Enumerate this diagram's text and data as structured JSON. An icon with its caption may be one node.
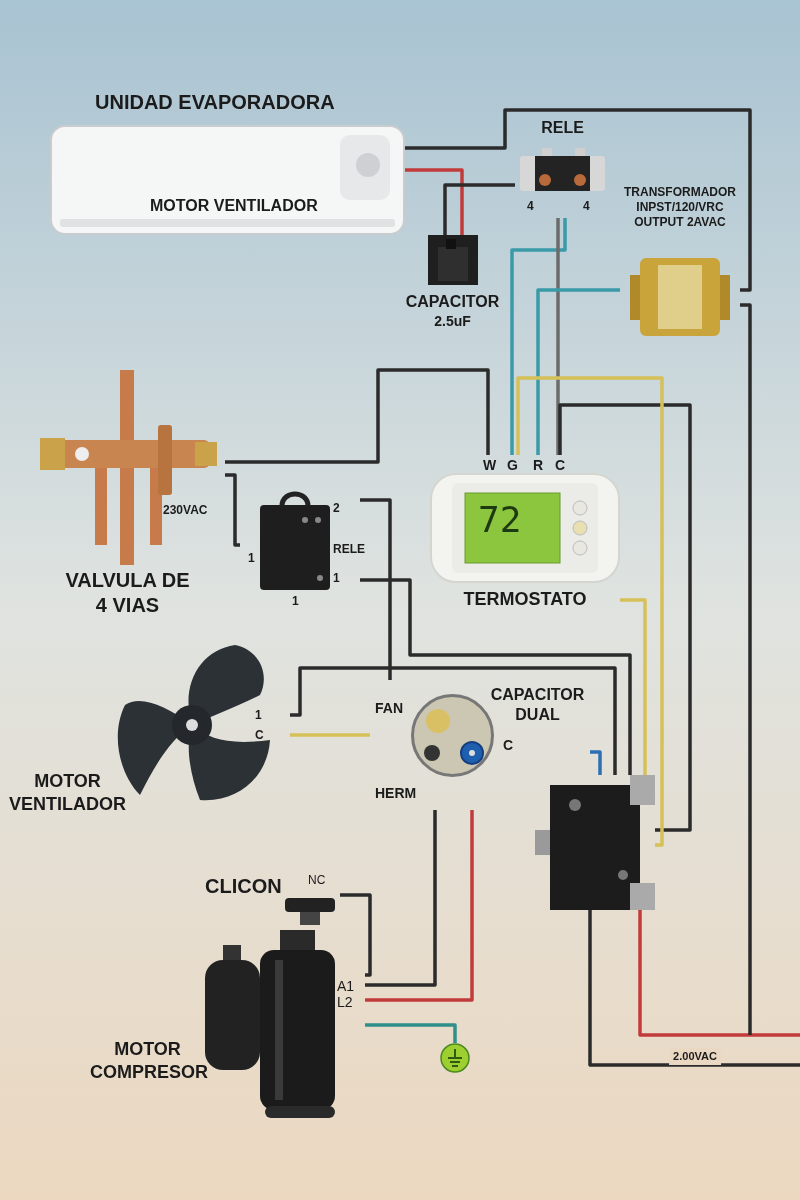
{
  "diagram": {
    "nodes": [
      {
        "text": [
          "UNIDAD EVAPORADORA",
          "MOTOR VENTILADOR"
        ]
      },
      {
        "text": [
          "RELE"
        ],
        "beside": [
          "4",
          "4"
        ]
      },
      {
        "text": [
          "CAPACITOR",
          "2.5uF"
        ]
      },
      {
        "text": [
          "TRANSFORMADOR INPST/120/VRC OUTPUT 2AVAC"
        ]
      },
      {
        "text": [
          "230VAC",
          "VALVULA DE 4 VIAS"
        ]
      },
      {
        "text": [
          "RELE"
        ],
        "beside": [
          "2",
          "1",
          "1",
          "1"
        ]
      },
      {
        "text": [
          "TERMOSTATO"
        ],
        "beside": [
          "W",
          "G",
          "R",
          "C"
        ]
      },
      {
        "text": [
          "MOTOR VENTILADOR",
          "1",
          "C"
        ]
      },
      {
        "text": [
          "CAPACITOR DUAL"
        ],
        "beside": [
          "FAN",
          "C",
          "HERM"
        ]
      },
      {
        "text": [],
        "shape": "picture"
      },
      {
        "text": [
          "CLICON"
        ],
        "beside": [
          "NC"
        ]
      },
      {
        "text": [
          "MOTOR COMPRESOR"
        ],
        "beside": [
          "A1",
          "L2"
        ]
      },
      {
        "text": [],
        "shape": "circle"
      }
    ],
    "edges": [
      {
        "from": 0,
        "to": 2,
        "arrow": "none",
        "color": "#c23b3b"
      },
      {
        "from": 1,
        "to": 2,
        "arrow": "none"
      },
      {
        "from": 1,
        "to": 6,
        "arrow": "none",
        "color": "#3a9aa8"
      },
      {
        "from": 1,
        "to": 6,
        "arrow": "none",
        "color": "#6b6b6b"
      },
      {
        "from": 3,
        "to": 6,
        "arrow": "none",
        "color": "#3a9aa8"
      },
      {
        "from": 0,
        "to": 3,
        "arrow": "none"
      },
      {
        "from": 9,
        "to": null,
        "arrow": "none",
        "color": "#c23b3b"
      },
      {
        "from": 3,
        "to": null,
        "arrow": "none"
      },
      {
        "from": 9,
        "to": null,
        "arrow": "none",
        "label": "2.00VAC"
      },
      {
        "from": 4,
        "to": 6,
        "arrow": "none"
      },
      {
        "from": 4,
        "to": 5,
        "arrow": "none"
      },
      {
        "from": 5,
        "to": 8,
        "arrow": "none"
      },
      {
        "from": 5,
        "to": 9,
        "arrow": "none"
      },
      {
        "from": 7,
        "to": 8,
        "arrow": "none",
        "color": "#d6c058"
      },
      {
        "from": 7,
        "to": 9,
        "arrow": "none"
      },
      {
        "from": 8,
        "to": 9,
        "arrow": "none",
        "color": "#2d6fb3"
      },
      {
        "from": 8,
        "to": 11,
        "arrow": "none",
        "color": "#c23b3b"
      },
      {
        "from": 8,
        "to": 11,
        "arrow": "none"
      },
      {
        "from": 10,
        "to": 11,
        "arrow": "none"
      },
      {
        "from": 11,
        "to": 12,
        "arrow": "none",
        "color": "#2f8f8a"
      },
      {
        "from": 6,
        "to": 9,
        "arrow": "none",
        "color": "#d6c058"
      },
      {
        "from": 6,
        "to": 9,
        "arrow": "none"
      },
      {
        "from": 6,
        "to": 9,
        "arrow": "none",
        "color": "#d6c058"
      }
    ],
    "labels": [
      "72"
    ]
  }
}
